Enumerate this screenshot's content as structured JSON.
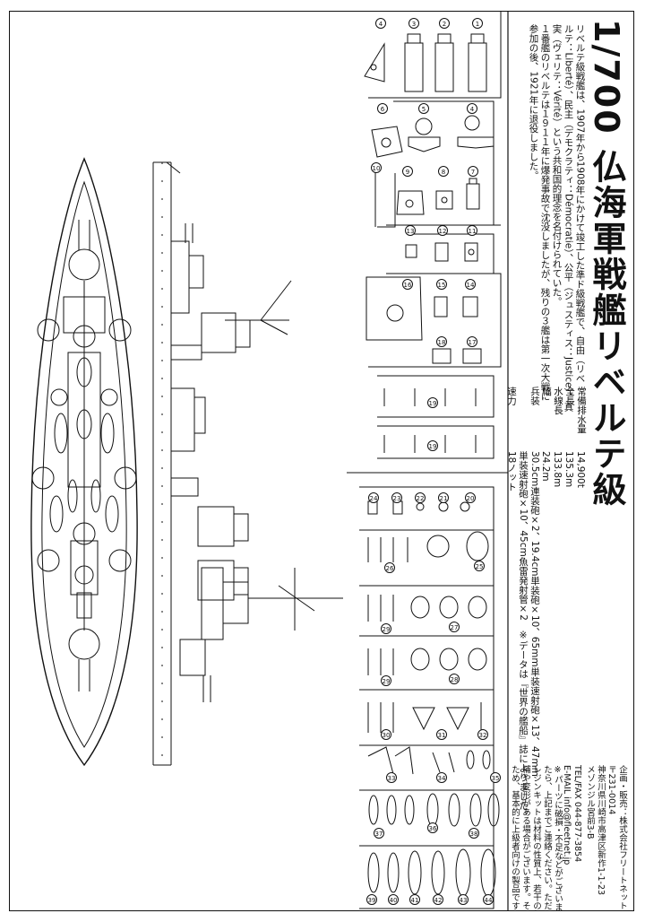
{
  "title": "1/700 仏海軍戦艦リベルテ級",
  "description": [
    "リベルテ級戦艦は、1907年から1908年にかけて竣工した準ド級戦艦で、自由（リベ",
    "ルテ：Liberté）、民主（デモクラティ：Démocratie）、公平（ジュスティス：Justice）、真",
    "実（ヴェリテ：Vérité）という共和国的理念を名付けられていた。",
    "１番艦のリベルテは１９１１年に爆発事故で沈没しましたが、残りの３艦は第一次大戦に",
    "参加の後、1921年に退役しました。"
  ],
  "specs": [
    {
      "label": "常備排水量",
      "value": "14,900t"
    },
    {
      "label": "全長",
      "value": "135.3m"
    },
    {
      "label": "水線長",
      "value": "133.8m"
    },
    {
      "label": "幅",
      "value": "24.2m"
    },
    {
      "label": "兵装",
      "value": "30.5cm連装砲×2、19.4cm単装砲×10、65mm単装速射砲×13、47mm"
    },
    {
      "label": "",
      "value": "単装速射砲×10、45cm魚雷発射管×2　※データは『世界の艦船』誌によりました。"
    },
    {
      "label": "速力",
      "value": "18ノット"
    }
  ],
  "contact": [
    "企画・販売：株式会社フリートネット",
    "〒231-0014",
    "神奈川県川崎市高津区新作1-1-23",
    "メゾンジル宮前3-B",
    "TEL/FAX 044-877-3854",
    "E-MAIL info@fleetnet.jp",
    "※パーツに破損・不足などがございまし",
    "たら、上記までご連絡ください。ただし、",
    "レジンキットは材料の性質上、若干の気泡",
    "補や変形がある場合がございます。その",
    "ため、基本的に上級者向けの製品です。"
  ],
  "part_numbers": [
    "1",
    "2",
    "3",
    "4",
    "5",
    "6",
    "7",
    "8",
    "9",
    "10",
    "11",
    "12",
    "13",
    "14",
    "15",
    "16",
    "17",
    "18",
    "19",
    "20",
    "21",
    "22",
    "23",
    "24",
    "25",
    "26",
    "27",
    "28",
    "29",
    "30",
    "31",
    "32",
    "33",
    "34",
    "35",
    "36",
    "37",
    "38",
    "39",
    "40",
    "41",
    "42",
    "43",
    "44"
  ],
  "colors": {
    "ink": "#111111",
    "paper": "#ffffff"
  }
}
